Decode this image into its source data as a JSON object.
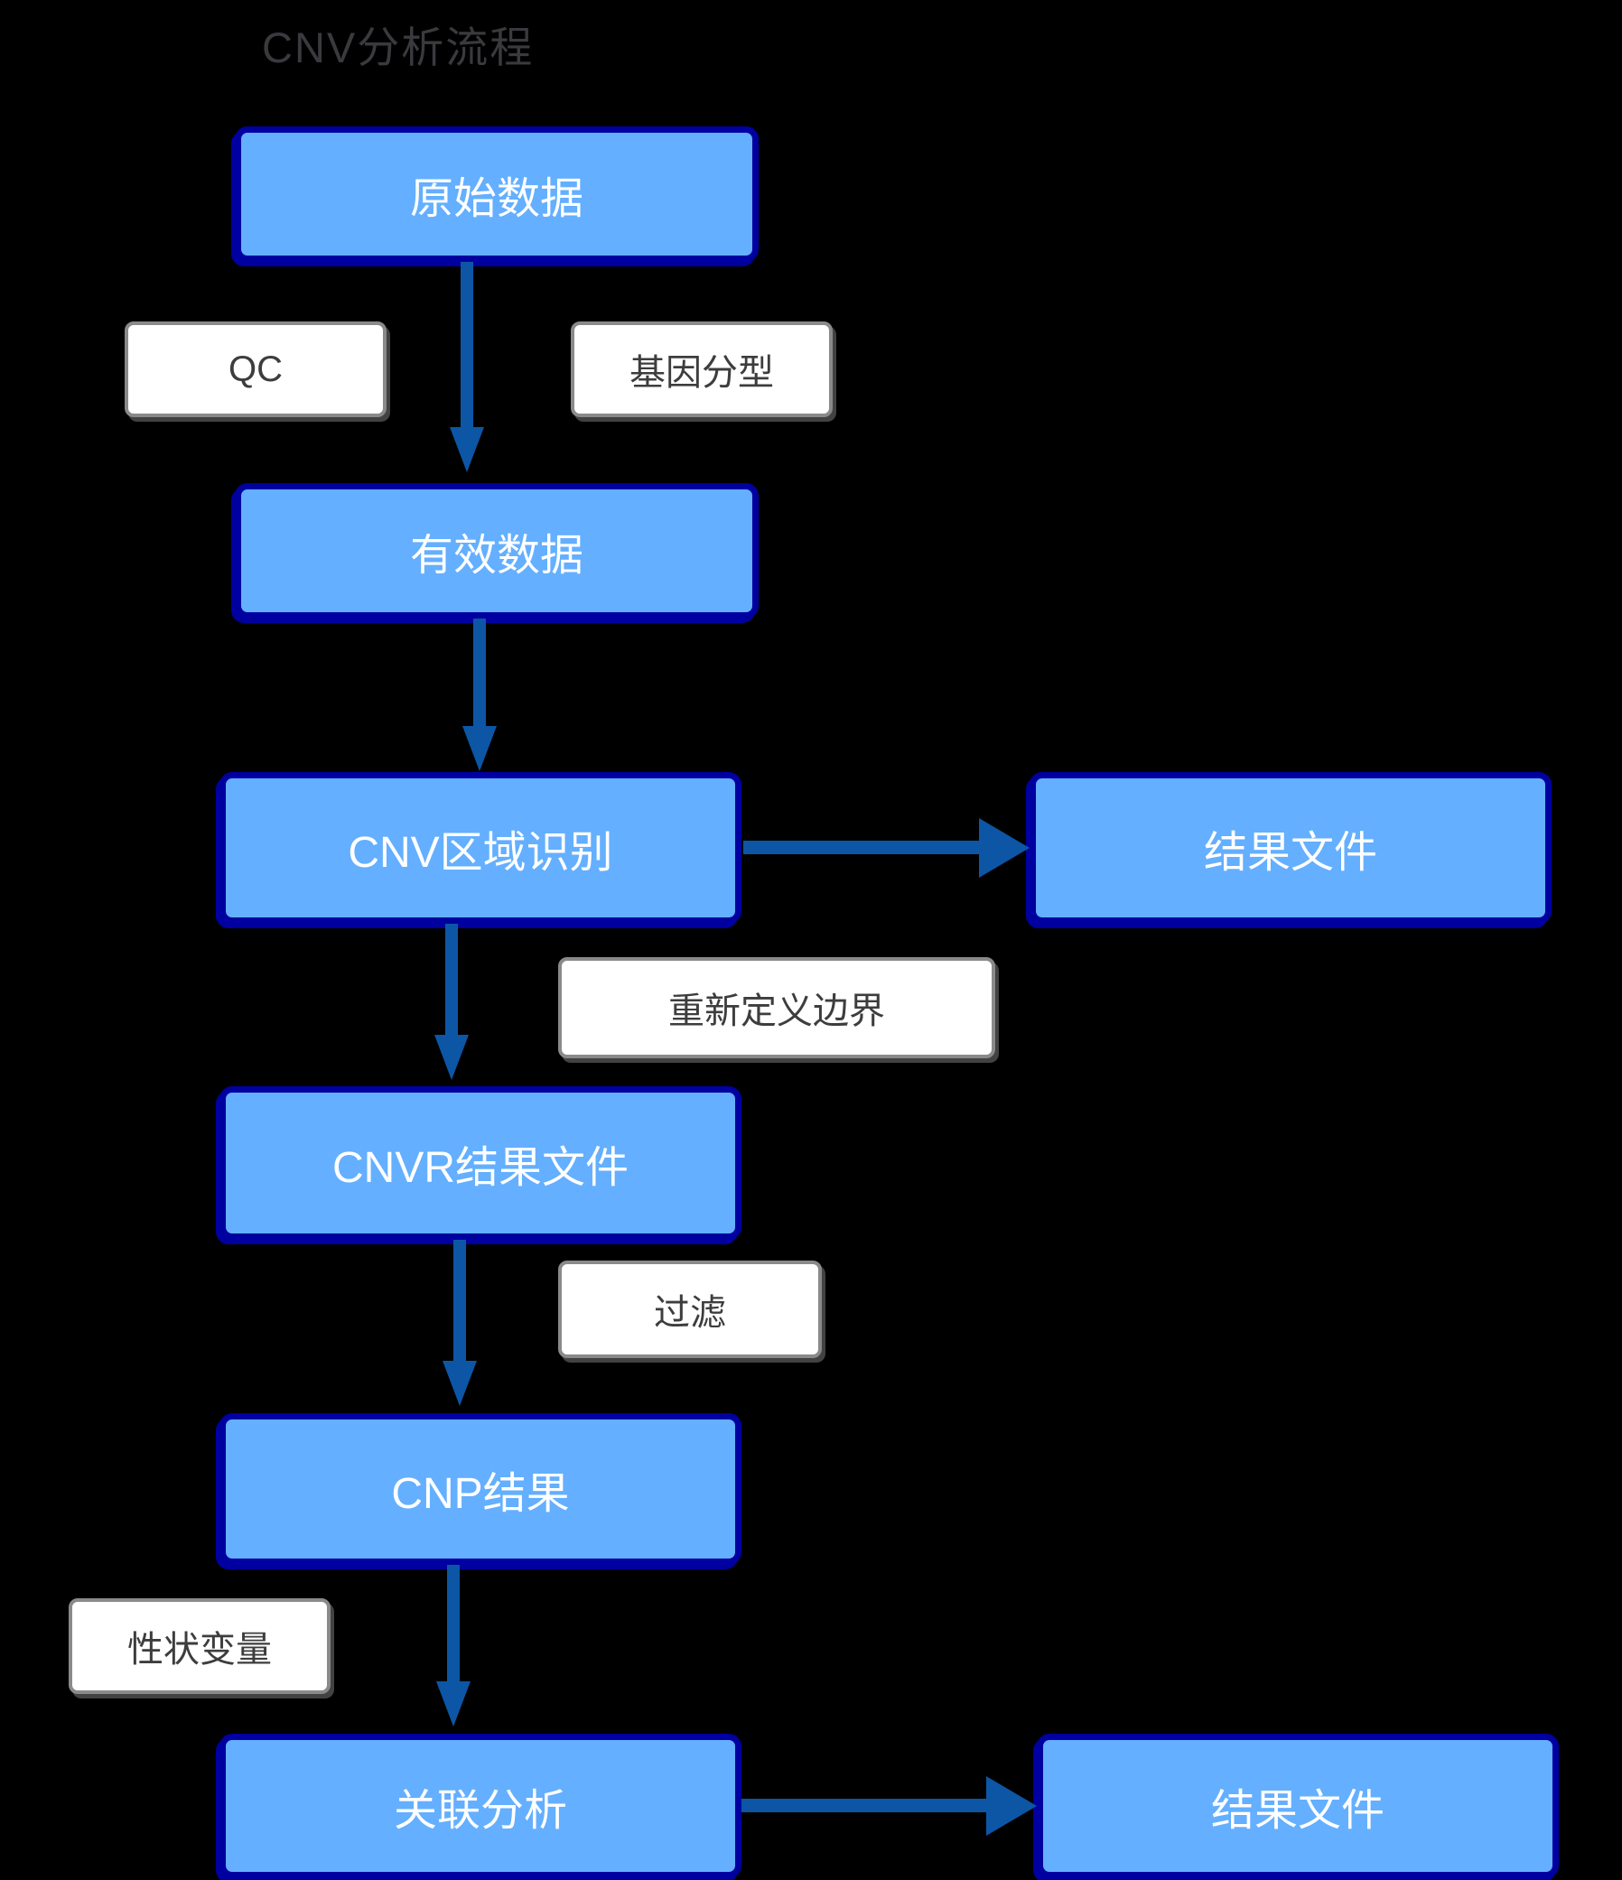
{
  "title": "CNV分析流程",
  "colors": {
    "background": "#000000",
    "node_fill": "#64AFFF",
    "node_border": "#0000A0",
    "node_text": "#FFFFFF",
    "label_fill": "#FFFFFF",
    "label_border": "#8A8A8A",
    "label_text": "#3D3D3D",
    "arrow": "#0C56A5",
    "title_text": "#3A3A3E"
  },
  "nodes": {
    "raw_data": {
      "label": "原始数据"
    },
    "valid_data": {
      "label": "有效数据"
    },
    "cnv_region": {
      "label": "CNV区域识别"
    },
    "result_file_top": {
      "label": "结果文件"
    },
    "cnvr_result": {
      "label": "CNVR结果文件"
    },
    "cnp_result": {
      "label": "CNP结果"
    },
    "association": {
      "label": "关联分析"
    },
    "result_file_bottom": {
      "label": "结果文件"
    }
  },
  "edge_labels": {
    "qc": "QC",
    "genotyping": "基因分型",
    "redefine_boundary": "重新定义边界",
    "filter": "过滤",
    "trait_variable": "性状变量"
  }
}
